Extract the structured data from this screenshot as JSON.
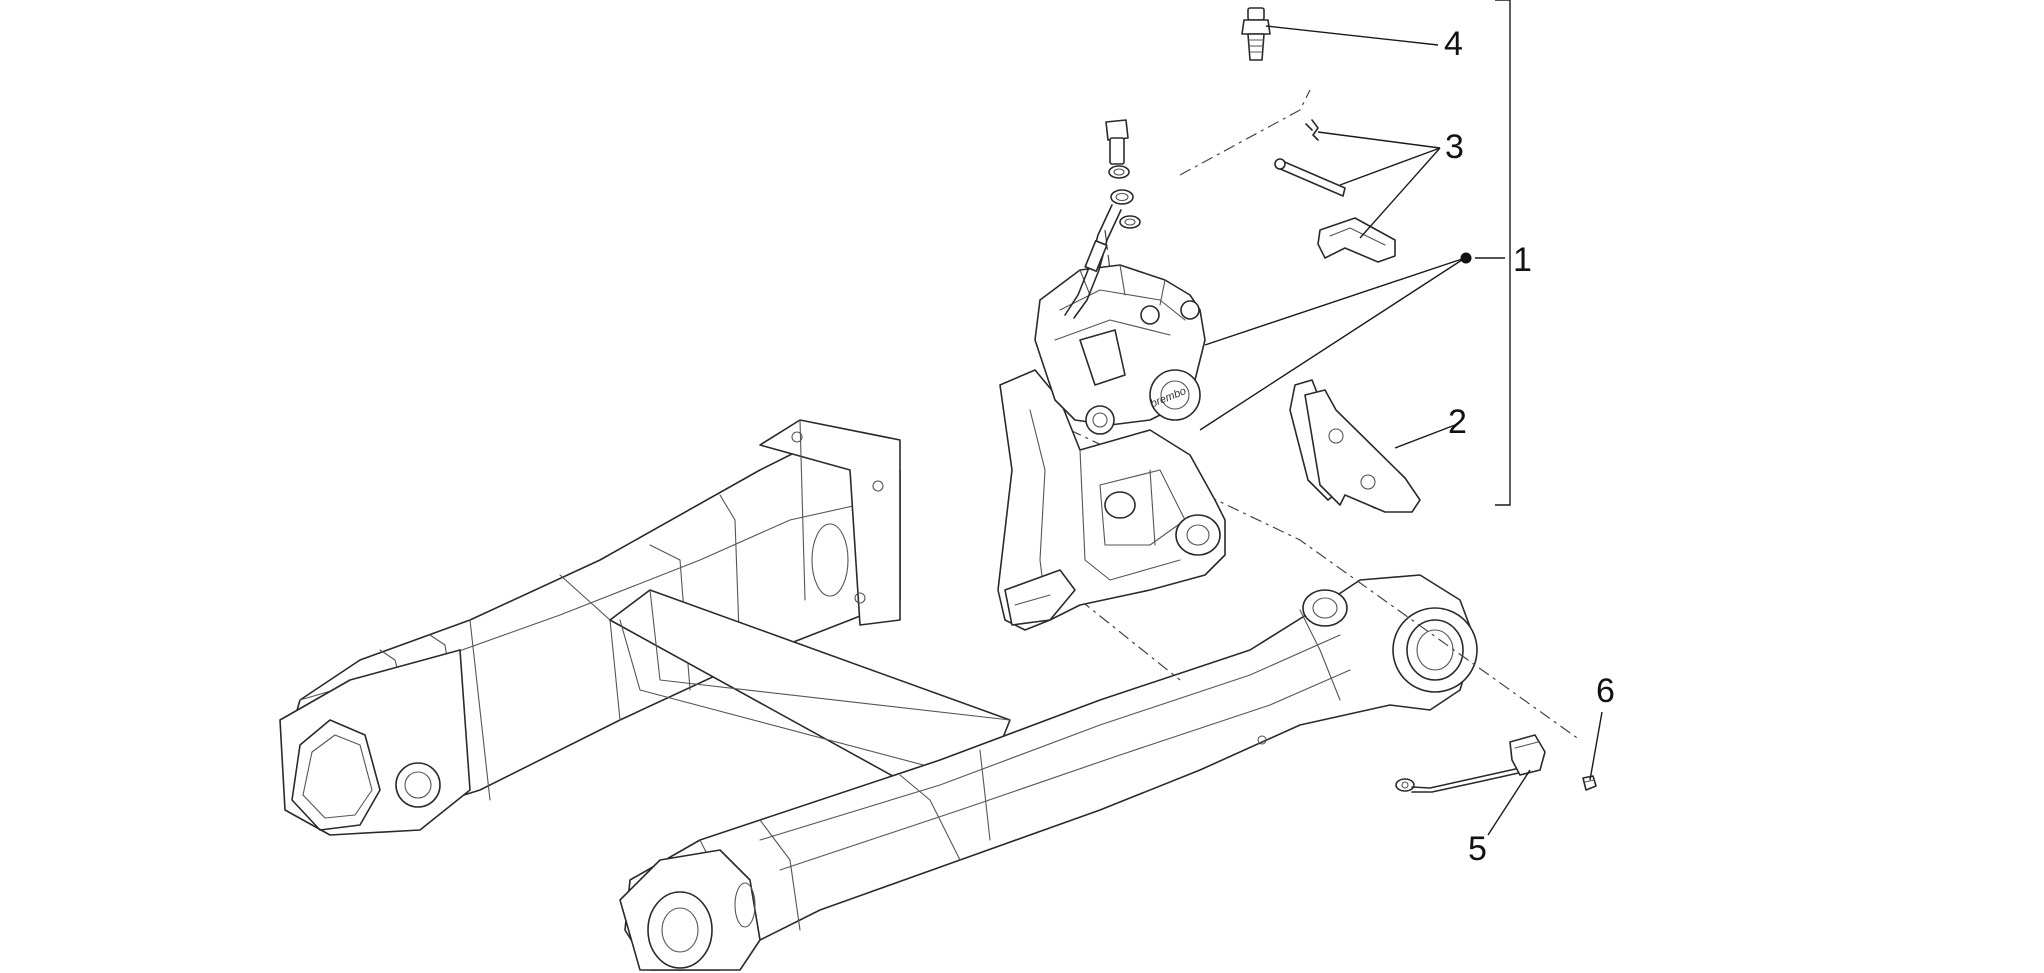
{
  "diagram": {
    "type": "exploded-parts-view",
    "callouts": [
      {
        "id": "1",
        "label": "1"
      },
      {
        "id": "2",
        "label": "2"
      },
      {
        "id": "3",
        "label": "3"
      },
      {
        "id": "4",
        "label": "4"
      },
      {
        "id": "5",
        "label": "5"
      },
      {
        "id": "6",
        "label": "6"
      }
    ],
    "caliper_brand": "brembo"
  }
}
